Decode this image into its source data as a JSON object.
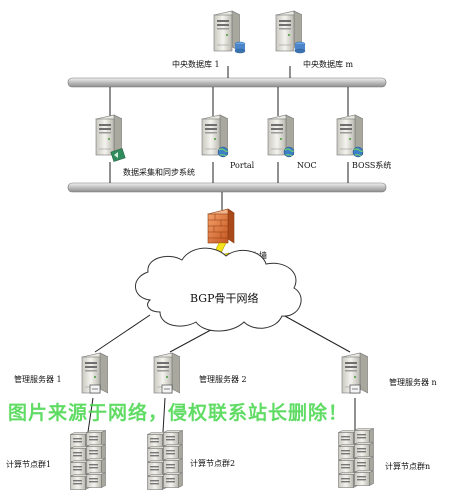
{
  "labels": {
    "db1": "中央数据库 1",
    "dbm": "中央数据库 m",
    "collect": "数据采集和同步系统",
    "portal": "Portal",
    "noc": "NOC",
    "boss": "BOSS系统",
    "firewall": "防火墙",
    "bgp": "BGP骨干网络",
    "mgr1": "管理服务器 1",
    "mgr2": "管理服务器 2",
    "mgrn": "管理服务器 n",
    "cluster1": "计算节点群1",
    "cluster2": "计算节点群2",
    "clustern": "计算节点群n"
  },
  "watermark": "图片来源于网络，侵权联系站长删除！",
  "colors": {
    "bus": "#cfcfcf",
    "server_body": "#ecebe4",
    "firewall": "#e07a3a",
    "lightning": "#f4e21a",
    "watermark": "#44d64a"
  }
}
